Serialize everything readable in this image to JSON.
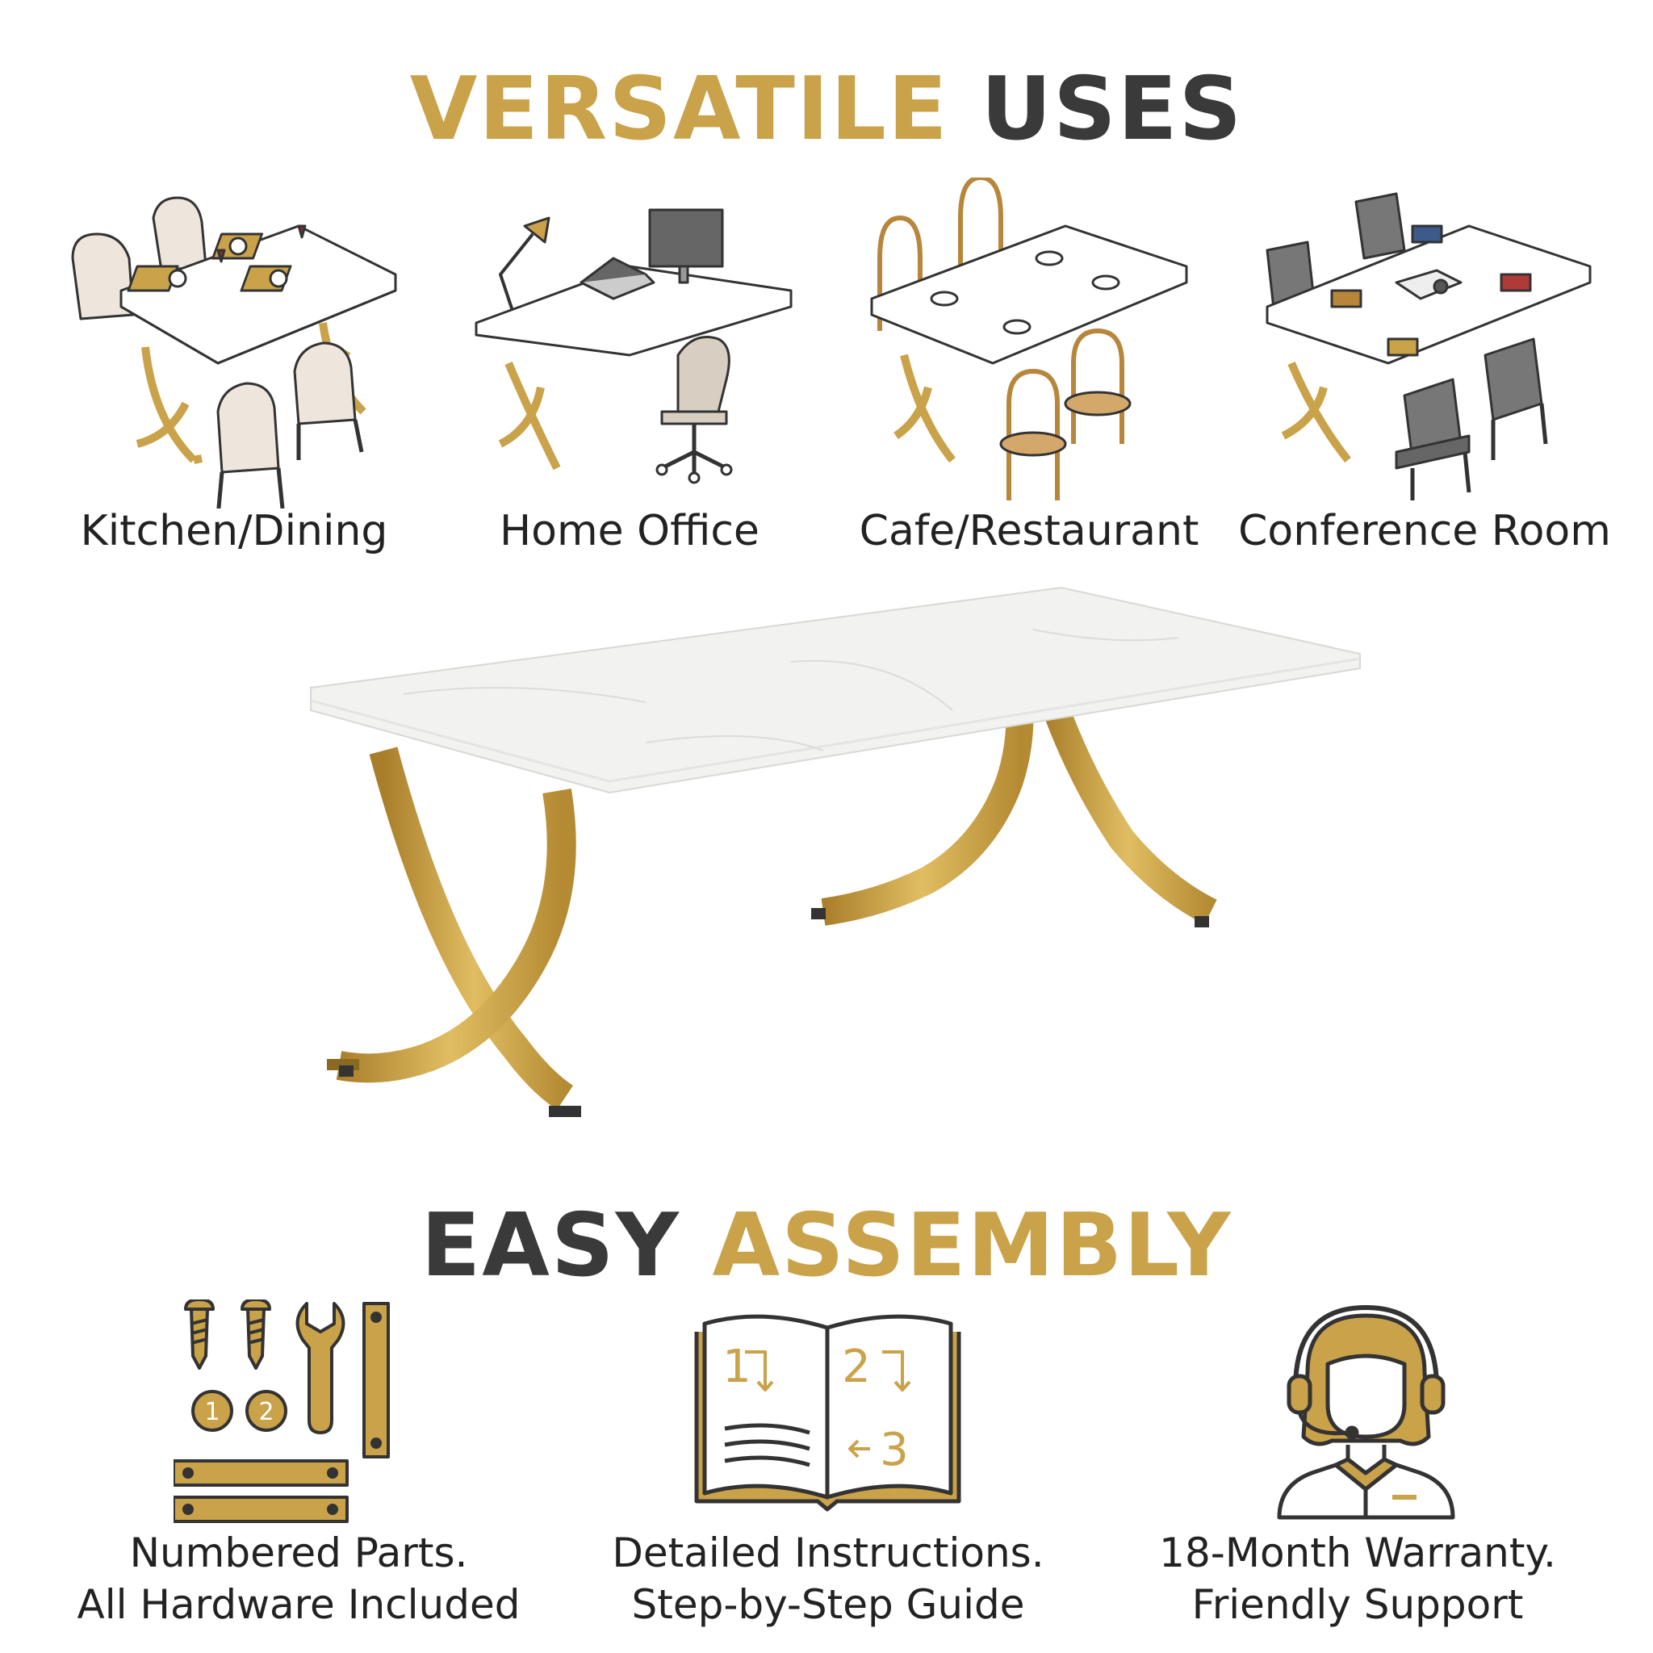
{
  "colors": {
    "gold": "#C9A24A",
    "dark": "#3a3a3a",
    "line": "#333333"
  },
  "versatile": {
    "word1": "VERSATILE",
    "word2": "USES"
  },
  "uses": [
    {
      "label": "Kitchen/Dining",
      "icon": "dining-table-scene-icon"
    },
    {
      "label": "Home Office",
      "icon": "home-office-scene-icon"
    },
    {
      "label": "Cafe/Restaurant",
      "icon": "cafe-scene-icon"
    },
    {
      "label": "Conference Room",
      "icon": "conference-scene-icon"
    }
  ],
  "assembly": {
    "word1": "EASY",
    "word2": "ASSEMBLY"
  },
  "features": [
    {
      "line1": "Numbered Parts.",
      "line2": "All Hardware Included",
      "icon": "hardware-kit-icon",
      "numbers": [
        "1",
        "2"
      ]
    },
    {
      "line1": "Detailed Instructions.",
      "line2": "Step-by-Step Guide",
      "icon": "instruction-manual-icon",
      "numbers": [
        "1",
        "2",
        "3"
      ]
    },
    {
      "line1": "18-Month Warranty.",
      "line2": "Friendly Support",
      "icon": "support-agent-icon"
    }
  ]
}
